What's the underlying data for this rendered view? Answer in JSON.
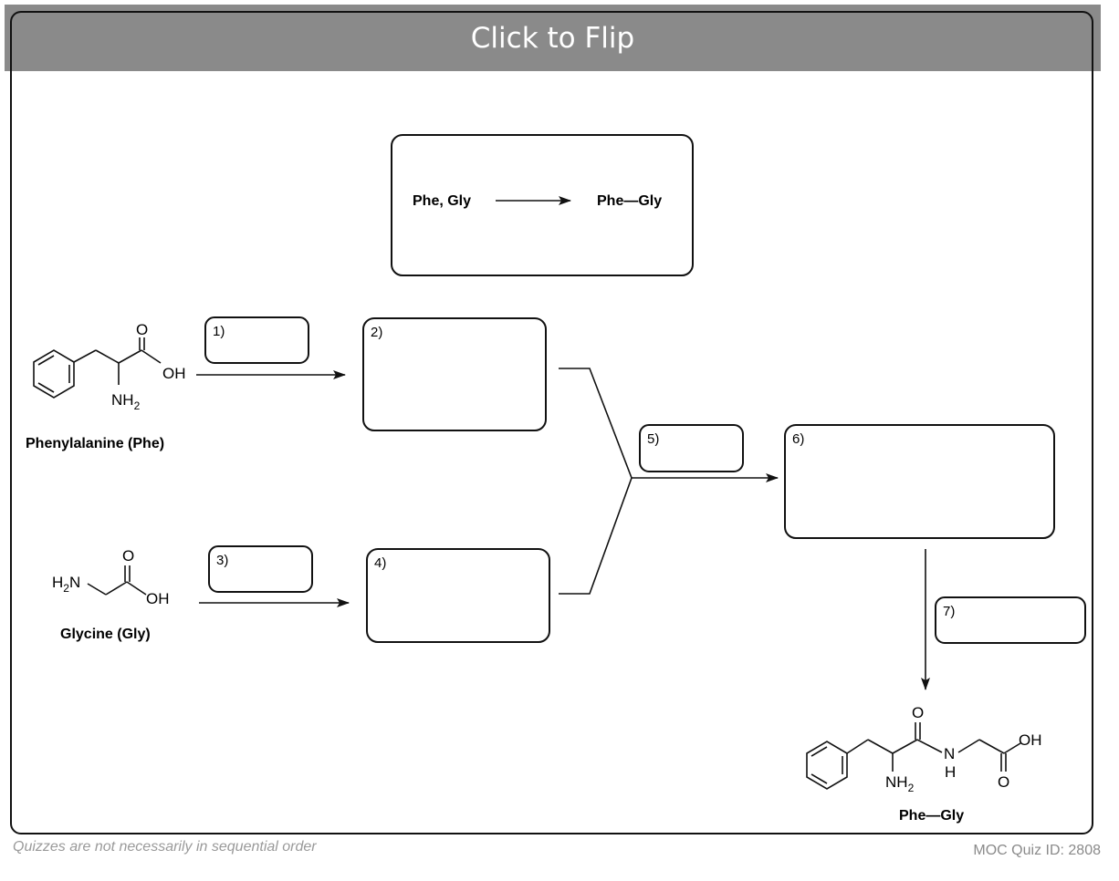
{
  "header": {
    "flip_label": "Click to Flip"
  },
  "reaction_box": {
    "reactants": "Phe, Gly",
    "product": "Phe—Gly"
  },
  "molecules": {
    "phe": {
      "name": "Phenylalanine (Phe)",
      "o": "O",
      "oh": "OH",
      "nh2_n": "NH",
      "nh2_sub": "2"
    },
    "gly": {
      "name": "Glycine (Gly)",
      "o": "O",
      "oh": "OH",
      "h2n_h": "H",
      "h2n_sub": "2",
      "h2n_n": "N"
    },
    "dipeptide": {
      "name": "Phe—Gly",
      "o1": "O",
      "o2": "O",
      "oh": "OH",
      "n": "N",
      "h": "H",
      "nh2_n": "NH",
      "nh2_sub": "2"
    }
  },
  "step_boxes": {
    "s1": "1)",
    "s2": "2)",
    "s3": "3)",
    "s4": "4)",
    "s5": "5)",
    "s6": "6)",
    "s7": "7)"
  },
  "footer": {
    "note": "Quizzes are not necessarily in sequential order",
    "quiz_id": "MOC Quiz ID: 2808"
  }
}
